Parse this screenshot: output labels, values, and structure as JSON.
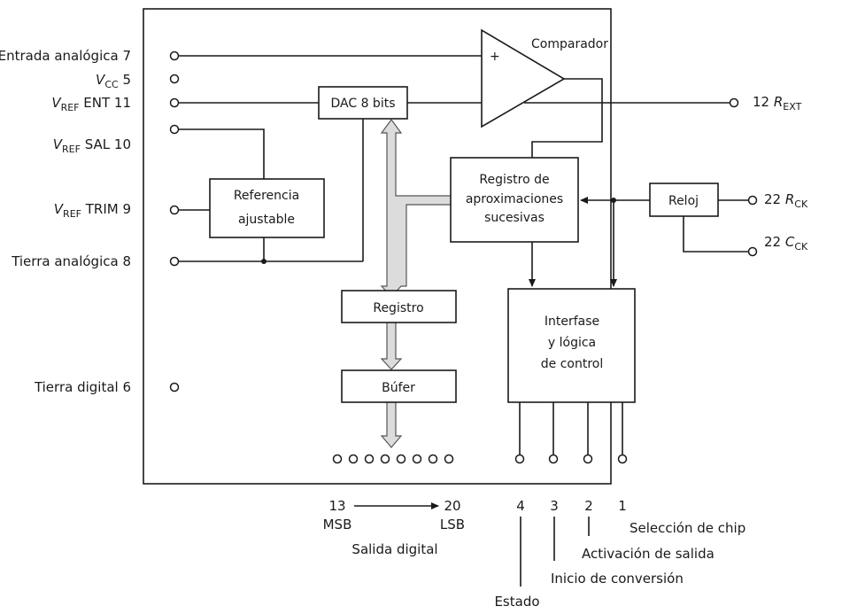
{
  "blocks": {
    "comparator": "Comparador",
    "dac": "DAC 8 bits",
    "sar": [
      "Registro de",
      "aproximaciones",
      "sucesivas"
    ],
    "reference": [
      "Referencia",
      "ajustable"
    ],
    "clock": "Reloj",
    "register": "Registro",
    "buffer": "Búfer",
    "control": [
      "Interfase",
      "y lógica",
      "de control"
    ],
    "plus_sign": "+"
  },
  "left_pins": {
    "analog_in": "Entrada analógica 7",
    "vcc": {
      "sym": "V",
      "sub": "CC",
      "num": " 5"
    },
    "vref_in": {
      "sym": "V",
      "sub": "REF",
      "rest": " ENT 11"
    },
    "vref_out": {
      "sym": "V",
      "sub": "REF",
      "rest": " SAL 10"
    },
    "vref_trim": {
      "sym": "V",
      "sub": "REF",
      "rest": " TRIM 9"
    },
    "analog_gnd": "Tierra analógica 8",
    "digital_gnd": "Tierra digital 6"
  },
  "right_pins": {
    "rext": {
      "num": "12 ",
      "sym": "R",
      "sub": "EXT"
    },
    "rck": {
      "num": "22 ",
      "sym": "R",
      "sub": "CK"
    },
    "cck": {
      "num": "22 ",
      "sym": "C",
      "sub": "CK"
    }
  },
  "bottom": {
    "msb_num": "13",
    "lsb_num": "20",
    "msb": "MSB",
    "lsb": "LSB",
    "digital_output": "Salida digital",
    "pin4": "4",
    "pin3": "3",
    "pin2": "2",
    "pin1": "1",
    "chip_select": "Selección de chip",
    "output_enable": "Activación de salida",
    "start_conversion": "Inicio de conversión",
    "status": "Estado"
  }
}
